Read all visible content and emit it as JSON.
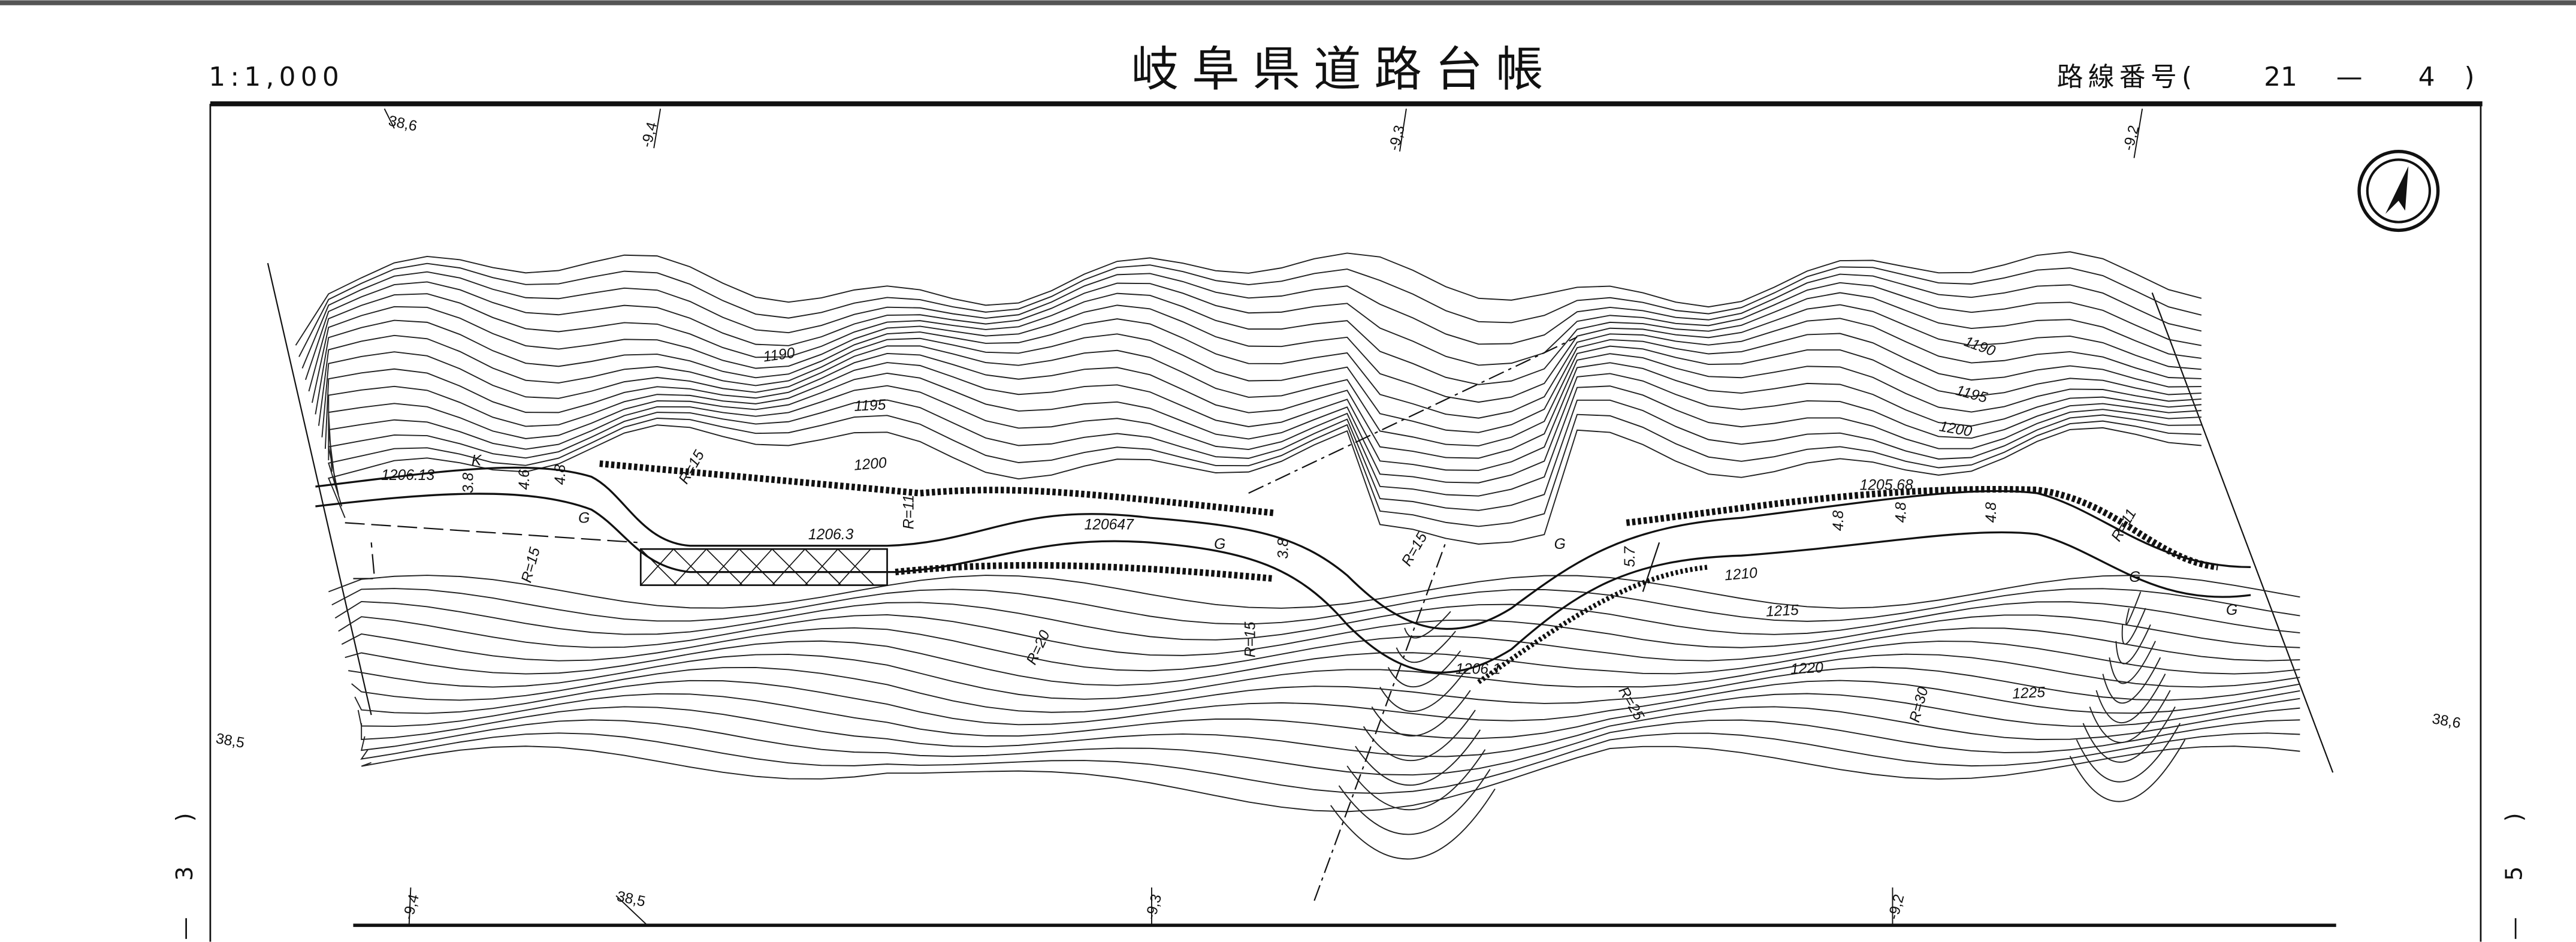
{
  "header": {
    "scale": "1:1,000",
    "title": "岐阜県道路台帳",
    "route_label": "路線番号(",
    "route_number": "21",
    "route_dash": "—",
    "route_sheet": "4",
    "route_close": ")"
  },
  "adjacent_sheets": {
    "left": {
      "open": ")",
      "number": "3",
      "dash": "—"
    },
    "right": {
      "open": ")",
      "number": "5",
      "dash": "—"
    }
  },
  "grid_labels": {
    "top": [
      "38,6",
      "-9,4",
      "-9,3",
      "-9,2"
    ],
    "left": "38,5",
    "right": "38,6",
    "bottom": [
      "-9,4",
      "38,5",
      "-9,3",
      "-9,2"
    ]
  },
  "map_labels": {
    "contours": [
      "1190",
      "1195",
      "1200",
      "1190",
      "1195",
      "1200",
      "1210",
      "1215",
      "1220",
      "1225"
    ],
    "elevations": [
      "1206.13",
      "1206.3",
      "120647",
      "1206.1",
      "1205.68"
    ],
    "radii": [
      "R=15",
      "R=15",
      "R=11",
      "R=20",
      "R=15",
      "R=15",
      "R=25",
      "R=30",
      "R=11"
    ],
    "marks": [
      "G",
      "K",
      "G",
      "G",
      "G",
      "G"
    ],
    "widths": [
      "3.8",
      "4.6",
      "4.8",
      "3.8",
      "5.7",
      "4.8",
      "4.8",
      "4.8"
    ]
  },
  "compass": {
    "icon": "north-arrow-icon"
  }
}
